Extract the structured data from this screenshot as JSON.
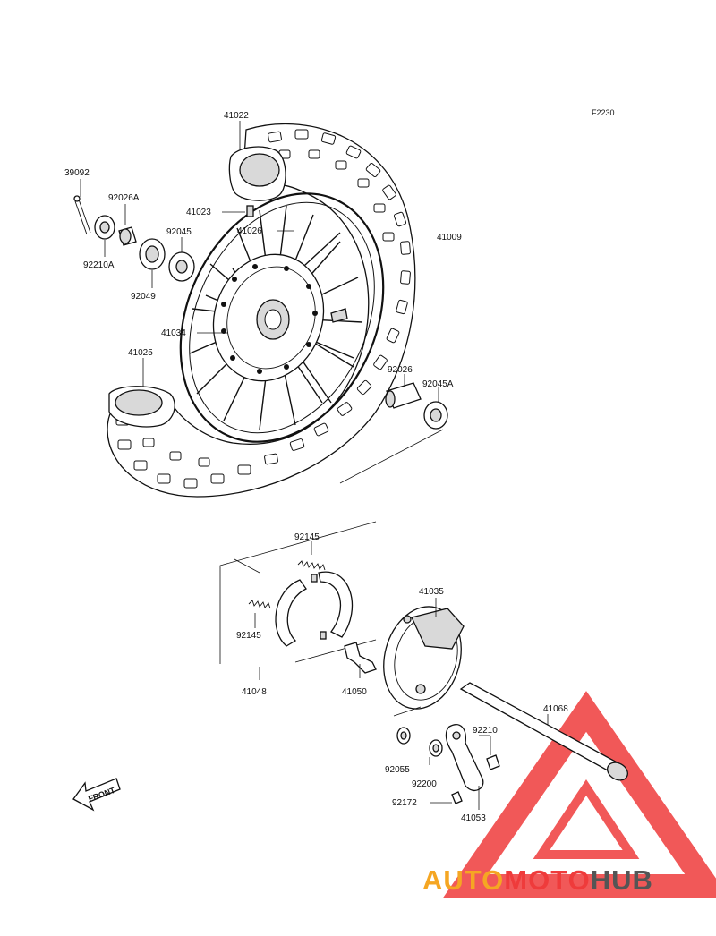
{
  "figure_code": "F2230",
  "part_numbers": {
    "p39092": "39092",
    "p92026A": "92026A",
    "p92210A": "92210A",
    "p92045": "92045",
    "p92049": "92049",
    "p41022": "41022",
    "p41023": "41023",
    "p41026": "41026",
    "p41009": "41009",
    "p41034": "41034",
    "p41025": "41025",
    "p92026": "92026",
    "p92045A": "92045A",
    "p92145a": "92145",
    "p92145b": "92145",
    "p41048": "41048",
    "p41050": "41050",
    "p41035": "41035",
    "p41068": "41068",
    "p92210": "92210",
    "p92055": "92055",
    "p92200": "92200",
    "p92172": "92172",
    "p41053": "41053"
  },
  "front_arrow_label": "FRONT",
  "watermark": {
    "part1": "AUTO",
    "part2": "MOTO",
    "part3": "HUB",
    "color_primary": "#ef3b3b",
    "color_secondary": "#f5a623",
    "color_dark": "#555555"
  }
}
